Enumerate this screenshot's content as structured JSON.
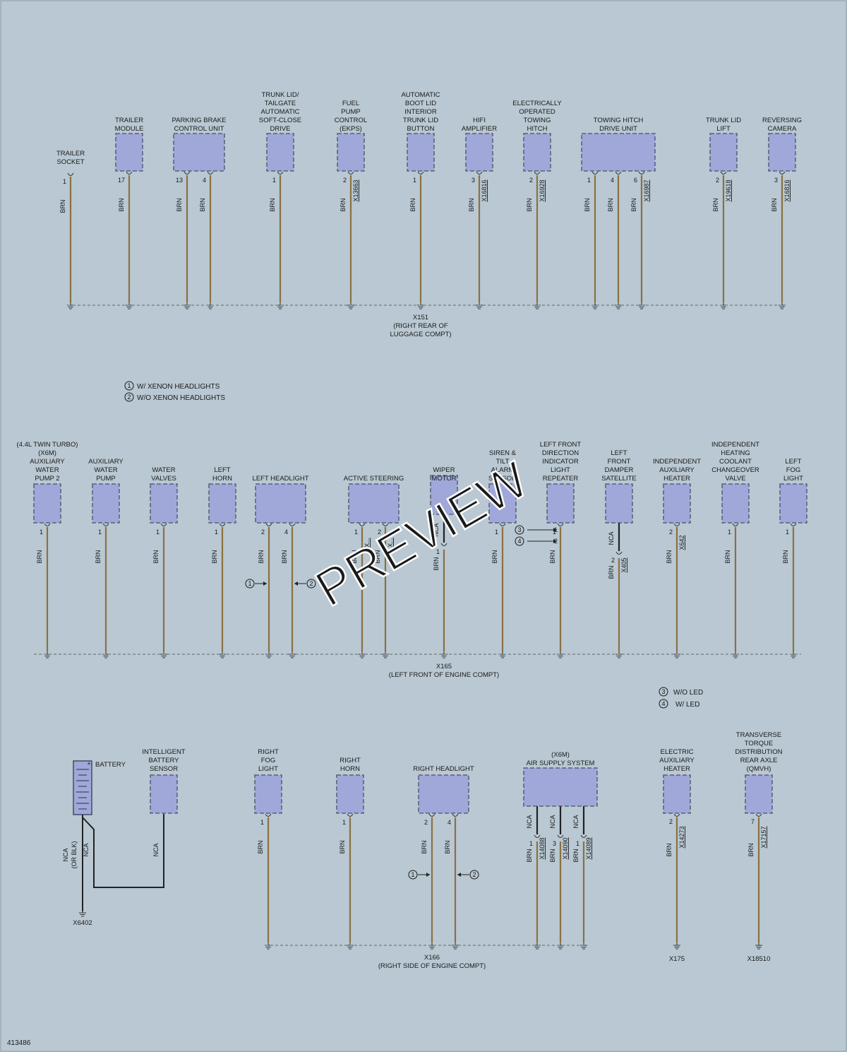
{
  "figure_id": "413486",
  "watermark": "PREVIEW",
  "colors": {
    "background": "#b9c8d2",
    "component_fill": "#9fa8d8",
    "wire_brn": "#8b7042",
    "wire_nca": "#222222"
  },
  "notes1": [
    {
      "num": "1",
      "text": "W/ XENON HEADLIGHTS"
    },
    {
      "num": "2",
      "text": "W/O XENON HEADLIGHTS"
    }
  ],
  "notes2": [
    {
      "num": "3",
      "text": "W/O LED"
    },
    {
      "num": "4",
      "text": "W/ LED"
    }
  ],
  "section1": {
    "ground_label": [
      "X151",
      "(RIGHT REAR OF",
      "LUGGAGE COMPT)"
    ],
    "components": [
      {
        "label": [
          "TRAILER",
          "SOCKET"
        ],
        "box": false,
        "pins": [
          {
            "pin": "1",
            "color": "BRN"
          }
        ]
      },
      {
        "label": [
          "TRAILER",
          "MODULE"
        ],
        "pins": [
          {
            "pin": "17",
            "color": "BRN"
          }
        ]
      },
      {
        "label": [
          "PARKING BRAKE",
          "CONTROL UNIT"
        ],
        "wide": true,
        "pins": [
          {
            "pin": "13",
            "color": "BRN"
          },
          {
            "pin": "4",
            "color": "BRN"
          }
        ]
      },
      {
        "label": [
          "TRUNK LID/",
          "TAILGATE",
          "AUTOMATIC",
          "SOFT-CLOSE",
          "DRIVE"
        ],
        "pins": [
          {
            "pin": "1",
            "color": "BRN"
          }
        ]
      },
      {
        "label": [
          "FUEL",
          "PUMP",
          "CONTROL",
          "(EKPS)"
        ],
        "pins": [
          {
            "pin": "2",
            "color": "BRN",
            "conn": "X13663"
          }
        ]
      },
      {
        "label": [
          "AUTOMATIC",
          "BOOT LID",
          "INTERIOR",
          "TRUNK LID",
          "BUTTON"
        ],
        "pins": [
          {
            "pin": "1",
            "color": "BRN"
          }
        ]
      },
      {
        "label": [
          "HIFI",
          "AMPLIFIER"
        ],
        "pins": [
          {
            "pin": "3",
            "color": "BRN",
            "conn": "X16816"
          }
        ]
      },
      {
        "label": [
          "ELECTRICALLY",
          "OPERATED",
          "TOWING",
          "HITCH"
        ],
        "pins": [
          {
            "pin": "2",
            "color": "BRN",
            "conn": "X16928"
          }
        ]
      },
      {
        "label": [
          "TOWING HITCH",
          "DRIVE UNIT"
        ],
        "wide": true,
        "pins": [
          {
            "pin": "1",
            "color": "BRN"
          },
          {
            "pin": "4",
            "color": "BRN"
          },
          {
            "pin": "6",
            "color": "BRN",
            "conn": "X16987"
          }
        ]
      },
      {
        "label": [
          "TRUNK LID",
          "LIFT"
        ],
        "pins": [
          {
            "pin": "2",
            "color": "BRN",
            "conn": "X19618"
          }
        ]
      },
      {
        "label": [
          "REVERSING",
          "CAMERA"
        ],
        "pins": [
          {
            "pin": "3",
            "color": "BRN",
            "conn": "X16816"
          }
        ]
      }
    ]
  },
  "section2": {
    "ground_label": [
      "X165",
      "(LEFT FRONT OF ENGINE COMPT)"
    ],
    "components": [
      {
        "label": [
          "(4.4L TWIN TURBO)",
          "(X6M)",
          "AUXILIARY",
          "WATER",
          "PUMP 2"
        ],
        "pins": [
          {
            "pin": "1",
            "color": "BRN"
          }
        ]
      },
      {
        "label": [
          "AUXILIARY",
          "WATER",
          "PUMP"
        ],
        "pins": [
          {
            "pin": "1",
            "color": "BRN"
          }
        ]
      },
      {
        "label": [
          "WATER",
          "VALVES"
        ],
        "pins": [
          {
            "pin": "1",
            "color": "BRN"
          }
        ]
      },
      {
        "label": [
          "LEFT",
          "HORN"
        ],
        "pins": [
          {
            "pin": "1",
            "color": "BRN"
          }
        ]
      },
      {
        "label": [
          "LEFT HEADLIGHT"
        ],
        "wide": true,
        "pins": [
          {
            "pin": "2",
            "color": "BRN",
            "note": "1"
          },
          {
            "pin": "4",
            "color": "BRN",
            "note": "2"
          }
        ]
      },
      {
        "label": [
          "ACTIVE STEERING"
        ],
        "wide": true,
        "pins": [
          {
            "pin": "1",
            "color": "BRN",
            "conn": "X..."
          },
          {
            "pin": "2",
            "color": "BRN",
            "conn": "X..."
          }
        ]
      },
      {
        "label": [
          "WIPER",
          "MOTOR"
        ],
        "pins": [
          {
            "pin": "1",
            "color": "BRN",
            "upper": "NCA"
          }
        ]
      },
      {
        "label": [
          "SIREN &",
          "TILT",
          "ALARM",
          "SENSOR"
        ],
        "pins": [
          {
            "pin": "1",
            "color": "BRN"
          }
        ]
      },
      {
        "label": [
          "LEFT FRONT",
          "DIRECTION",
          "INDICATOR",
          "LIGHT",
          "REPEATER"
        ],
        "pins": [
          {
            "pin": "1",
            "color": "BRN",
            "pins_alt": [
              "1",
              "2"
            ],
            "notes_alt": [
              "3",
              "4"
            ]
          }
        ]
      },
      {
        "label": [
          "LEFT",
          "FRONT",
          "DAMPER",
          "SATELLITE"
        ],
        "pins": [
          {
            "pin": "2",
            "color": "BRN",
            "upper": "NCA",
            "conn": "X405"
          }
        ]
      },
      {
        "label": [
          "INDEPENDENT",
          "AUXILIARY",
          "HEATER"
        ],
        "pins": [
          {
            "pin": "2",
            "color": "BRN",
            "conn": "X642"
          }
        ]
      },
      {
        "label": [
          "INDEPENDENT",
          "HEATING",
          "COOLANT",
          "CHANGEOVER",
          "VALVE"
        ],
        "pins": [
          {
            "pin": "1",
            "color": "BRN"
          }
        ]
      },
      {
        "label": [
          "LEFT",
          "FOG",
          "LIGHT"
        ],
        "pins": [
          {
            "pin": "1",
            "color": "BRN"
          }
        ]
      }
    ]
  },
  "section3": {
    "ground_label": [
      "X166",
      "(RIGHT SIDE OF ENGINE COMPT)"
    ],
    "battery": {
      "label": "BATTERY",
      "wire1": [
        "NCA",
        "(OR BLK)"
      ],
      "wire2": "NCA",
      "ground": "X6402"
    },
    "ibs": {
      "label": [
        "INTELLIGENT",
        "BATTERY",
        "SENSOR"
      ],
      "wire": "NCA"
    },
    "components": [
      {
        "label": [
          "RIGHT",
          "FOG",
          "LIGHT"
        ],
        "pins": [
          {
            "pin": "1",
            "color": "BRN"
          }
        ]
      },
      {
        "label": [
          "RIGHT",
          "HORN"
        ],
        "pins": [
          {
            "pin": "1",
            "color": "BRN"
          }
        ]
      },
      {
        "label": [
          "RIGHT HEADLIGHT"
        ],
        "wide": true,
        "pins": [
          {
            "pin": "2",
            "color": "BRN",
            "note": "1"
          },
          {
            "pin": "4",
            "color": "BRN",
            "note": "2"
          }
        ]
      },
      {
        "label": [
          "(X6M)",
          "AIR SUPPLY SYSTEM"
        ],
        "wide": true,
        "pins": [
          {
            "pin": "1",
            "color": "BRN",
            "upper": "NCA",
            "conn": "X14088"
          },
          {
            "pin": "3",
            "color": "BRN",
            "upper": "NCA",
            "conn": "X14090"
          },
          {
            "pin": "1",
            "color": "BRN",
            "upper": "NCA",
            "conn": "X14089"
          }
        ]
      }
    ],
    "separate": [
      {
        "label": [
          "ELECTRIC",
          "AUXILIARY",
          "HEATER"
        ],
        "pin": "2",
        "color": "BRN",
        "conn": "X14273",
        "ground": "X175"
      },
      {
        "label": [
          "TRANSVERSE",
          "TORQUE",
          "DISTRIBUTION",
          "REAR AXLE",
          "(QMVH)"
        ],
        "pin": "7",
        "color": "BRN",
        "conn": "X17157",
        "ground": "X18510"
      }
    ]
  }
}
